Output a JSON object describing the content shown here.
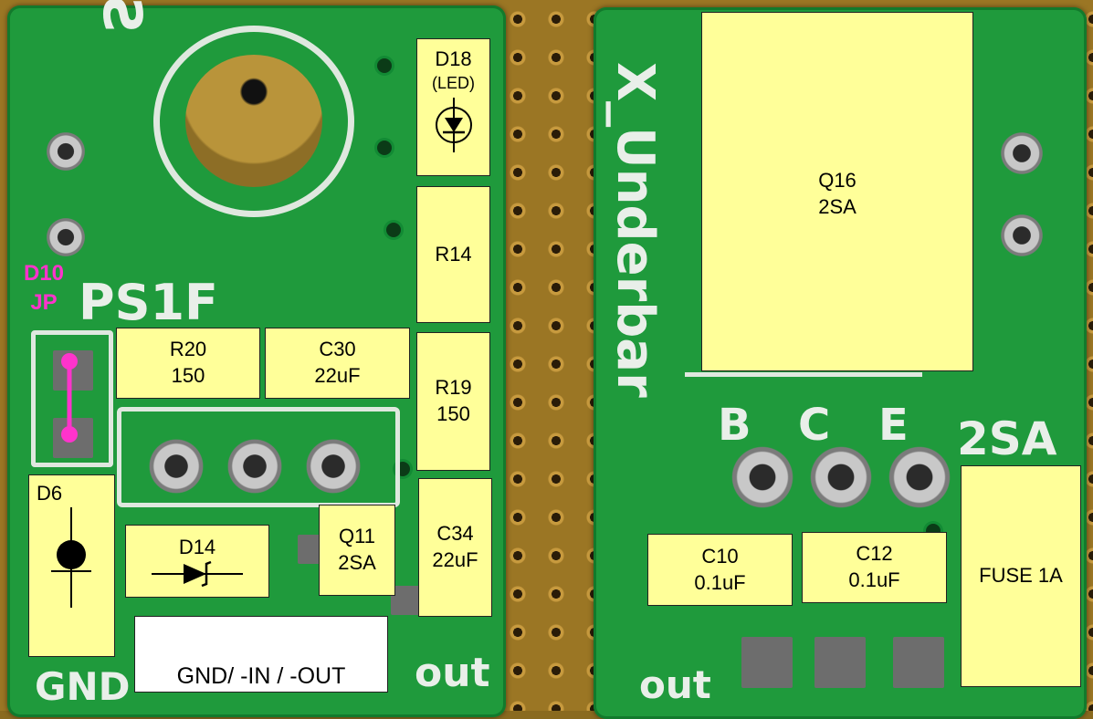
{
  "colors": {
    "label_fill": "#ffff99",
    "pcb_green": "#1f9a3c",
    "jumper_magenta": "#ff33cc"
  },
  "left_board": {
    "silk_vertical": "SUNIW-MINUS",
    "silk_model": "PS1F",
    "silk_gnd": "GND",
    "silk_out": "out",
    "labels": {
      "d18": {
        "line1": "D18",
        "line2": "(LED)"
      },
      "r14": {
        "line1": "R14"
      },
      "r20": {
        "line1": "R20",
        "line2": "150"
      },
      "c30": {
        "line1": "C30",
        "line2": "22uF"
      },
      "r19": {
        "line1": "R19",
        "line2": "150"
      },
      "c34": {
        "line1": "C34",
        "line2": "22uF"
      },
      "q11": {
        "line1": "Q11",
        "line2": "2SA"
      },
      "d14": {
        "line1": "D14"
      },
      "d6": {
        "line1": "D6"
      },
      "pins": {
        "text": "GND/ -IN / -OUT"
      }
    },
    "jumper": {
      "line1": "D10",
      "line2": "JP"
    }
  },
  "right_board": {
    "silk_vertical": "X_Underbar",
    "silk_pins": [
      "B",
      "C",
      "E"
    ],
    "silk_part": "2SA",
    "silk_out": "out",
    "labels": {
      "q16": {
        "line1": "Q16",
        "line2": "2SA"
      },
      "c10": {
        "line1": "C10",
        "line2": "0.1uF"
      },
      "c12": {
        "line1": "C12",
        "line2": "0.1uF"
      },
      "fuse": {
        "line1": "FUSE 1A"
      }
    }
  }
}
